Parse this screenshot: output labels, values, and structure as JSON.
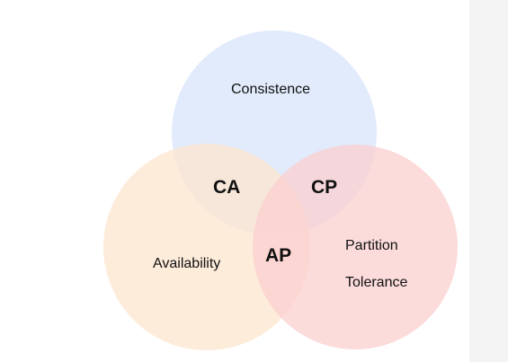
{
  "diagram": {
    "circles": [
      {
        "id": "consistence",
        "label": "Consistence",
        "color": "#dce7fb"
      },
      {
        "id": "availability",
        "label": "Availability",
        "color": "#fde5cf"
      },
      {
        "id": "partition",
        "label_lines": [
          "Partition",
          "Tolerance"
        ],
        "color": "#fbcfcf"
      }
    ],
    "overlaps": {
      "ca": "CA",
      "cp": "CP",
      "ap": "AP"
    }
  }
}
